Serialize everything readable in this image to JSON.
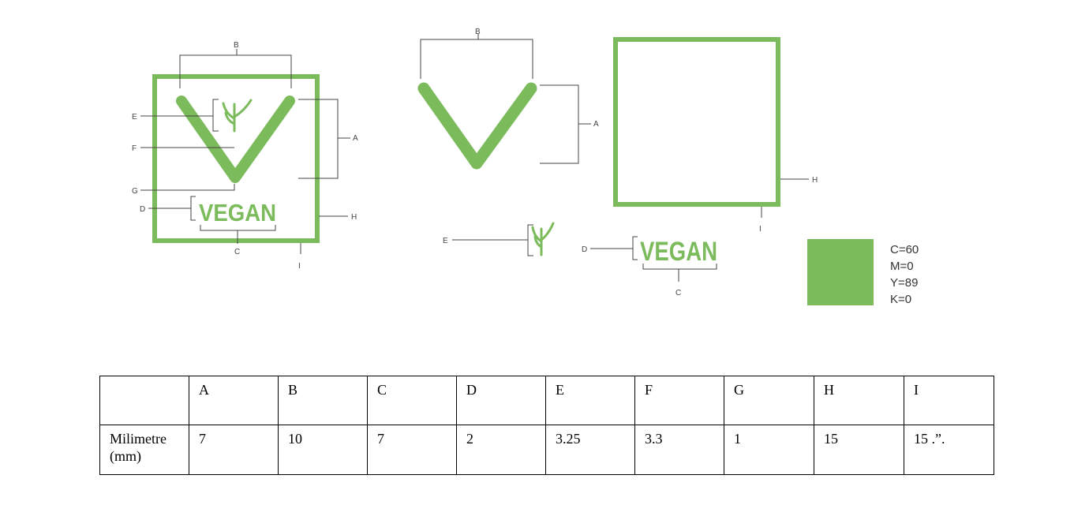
{
  "brand": {
    "word": "VEGAN",
    "accent_color": "#7bbb5c",
    "cmyk": [
      "C=60",
      "M=0",
      "Y=89",
      "K=0"
    ]
  },
  "dimension_labels": {
    "a": "A",
    "b": "B",
    "c": "C",
    "d": "D",
    "e": "E",
    "f": "F",
    "g": "G",
    "h": "H",
    "i": "I"
  },
  "table": {
    "headers": [
      "",
      "A",
      "B",
      "C",
      "D",
      "E",
      "F",
      "G",
      "H",
      "I"
    ],
    "row_label": "Milimetre (mm)",
    "values": [
      "7",
      "10",
      "7",
      "2",
      "3.25",
      "3.3",
      "1",
      "15",
      "15 .”."
    ]
  }
}
